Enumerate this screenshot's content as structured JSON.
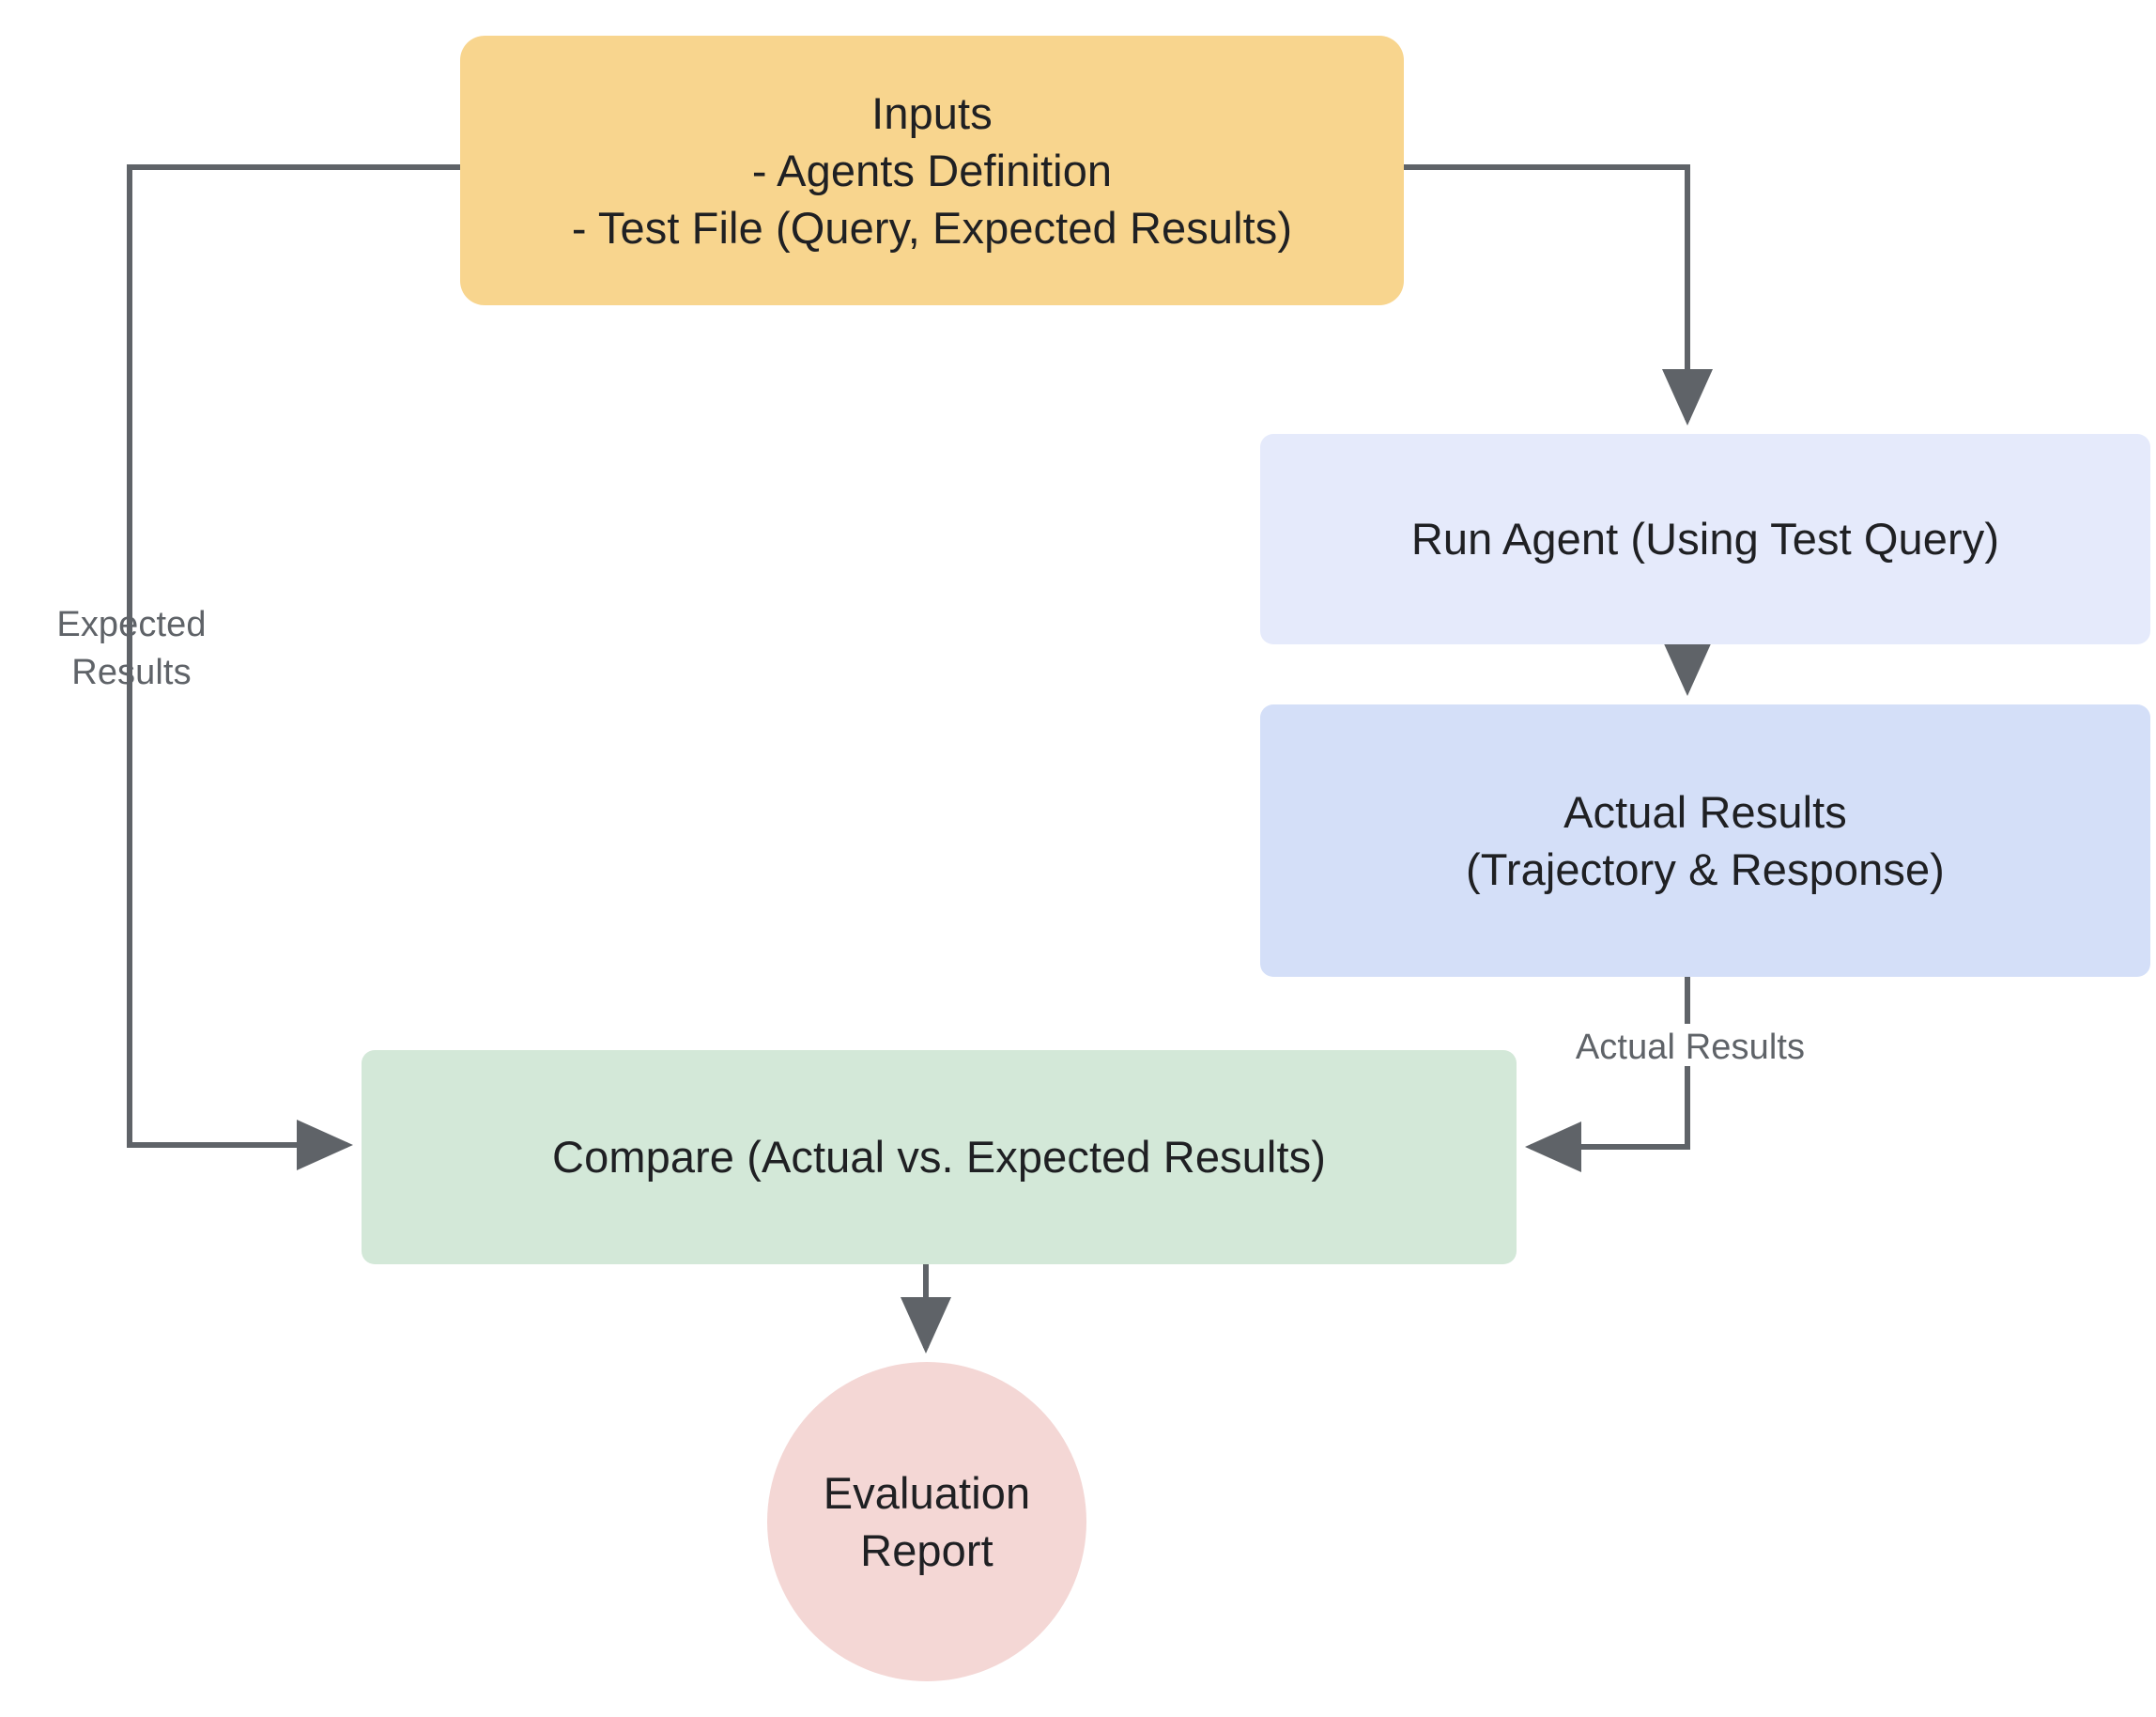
{
  "diagram": {
    "title": "Agent Evaluation Flow",
    "background_color": "#ffffff",
    "edge_color": "#5f6368",
    "nodes": {
      "inputs": {
        "label": "Inputs\n- Agents Definition\n- Test File (Query, Expected Results)",
        "shape": "rounded-rectangle",
        "color": "#F8D58E"
      },
      "run_agent": {
        "label": "Run Agent (Using Test Query)",
        "shape": "rounded-rectangle",
        "color": "#E5EAFB"
      },
      "actual_results": {
        "label": "Actual Results\n(Trajectory & Response)",
        "shape": "rounded-rectangle",
        "color": "#D4DFF8"
      },
      "compare": {
        "label": "Compare (Actual vs. Expected Results)",
        "shape": "rounded-rectangle",
        "color": "#D3E8D8"
      },
      "evaluation_report": {
        "label": "Evaluation\nReport",
        "shape": "circle",
        "color": "#F4D7D5"
      }
    },
    "edges": [
      {
        "from": "inputs",
        "to": "compare",
        "label": "Expected\nResults",
        "arrowhead": true
      },
      {
        "from": "inputs",
        "to": "run_agent",
        "label": "",
        "arrowhead": true
      },
      {
        "from": "run_agent",
        "to": "actual_results",
        "label": "",
        "arrowhead": true
      },
      {
        "from": "actual_results",
        "to": "compare",
        "label": "Actual Results",
        "arrowhead": true
      },
      {
        "from": "compare",
        "to": "evaluation_report",
        "label": "",
        "arrowhead": true
      }
    ]
  }
}
